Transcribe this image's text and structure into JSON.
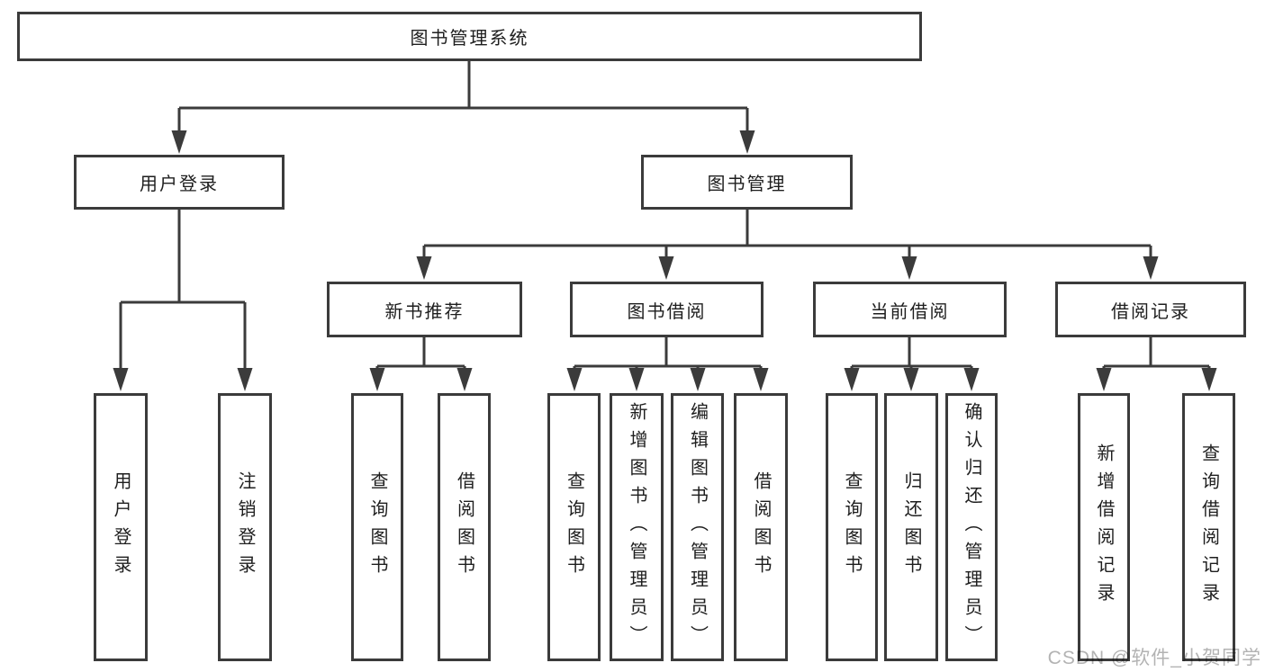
{
  "colors": {
    "line": "#3b3b3b",
    "box_border": "#3b3b3b",
    "text": "#1e1e1e",
    "background": "#ffffff",
    "watermark_text": "#b3b3b3"
  },
  "diagram": {
    "root": {
      "label": "图书管理系统"
    },
    "level2": [
      {
        "label": "用户登录"
      },
      {
        "label": "图书管理"
      }
    ],
    "level3": [
      {
        "label": "新书推荐"
      },
      {
        "label": "图书借阅"
      },
      {
        "label": "当前借阅"
      },
      {
        "label": "借阅记录"
      }
    ],
    "leaves": {
      "user_login": [
        {
          "label": "用户登录"
        },
        {
          "label": "注销登录"
        }
      ],
      "new_book_recommend": [
        {
          "label": "查询图书"
        },
        {
          "label": "借阅图书"
        }
      ],
      "book_borrowing": [
        {
          "label": "查询图书"
        },
        {
          "label": "新增图书（管理员）"
        },
        {
          "label": "编辑图书（管理员）"
        },
        {
          "label": "借阅图书"
        }
      ],
      "current_borrowing": [
        {
          "label": "查询图书"
        },
        {
          "label": "归还图书"
        },
        {
          "label": "确认归还（管理员）"
        }
      ],
      "borrowing_records": [
        {
          "label": "新增借阅记录"
        },
        {
          "label": "查询借阅记录"
        }
      ]
    }
  },
  "watermark": {
    "text": "CSDN @软件_小贺同学"
  }
}
